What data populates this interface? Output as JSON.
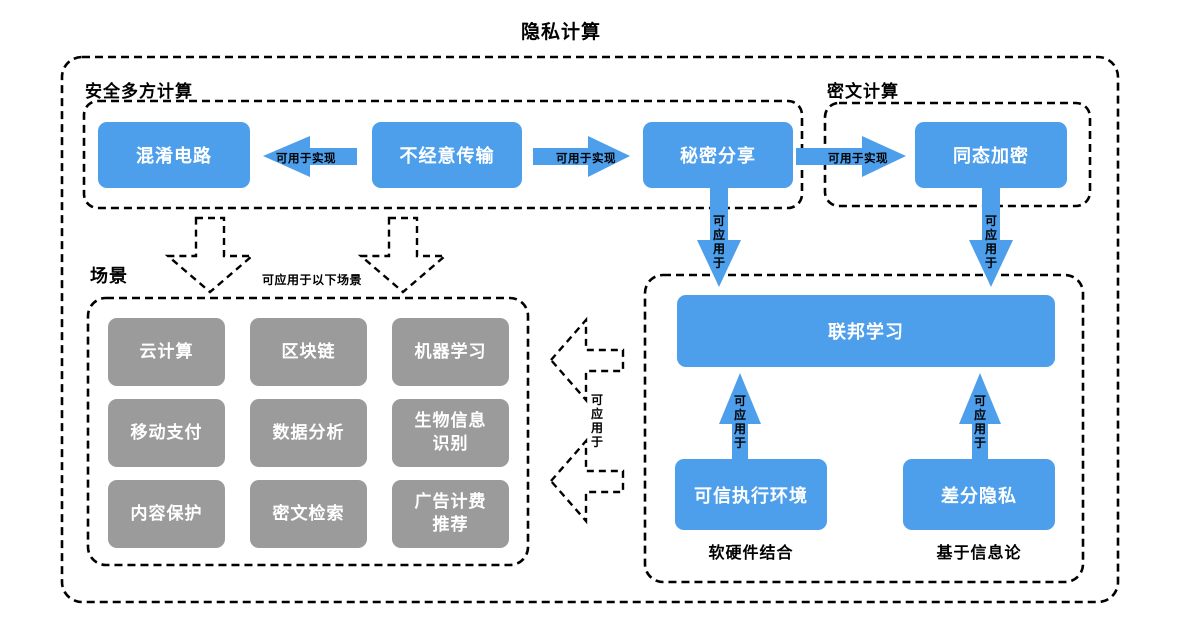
{
  "title": "隐私计算",
  "sections": {
    "smpc_label": "安全多方计算",
    "ciphertext_label": "密文计算",
    "scenarios_label": "场景",
    "scenarios_hint": "可应用于以下场景",
    "tee_caption": "软硬件结合",
    "dp_caption": "基于信息论"
  },
  "nodes": {
    "garbled_circuit": "混淆电路",
    "oblivious_transfer": "不经意传输",
    "secret_sharing": "秘密分享",
    "homomorphic_encryption": "同态加密",
    "federated_learning": "联邦学习",
    "tee": "可信执行环境",
    "differential_privacy": "差分隐私"
  },
  "scenario_items": [
    "云计算",
    "区块链",
    "机器学习",
    "移动支付",
    "数据分析",
    "生物信息识别",
    "内容保护",
    "密文检索",
    "广告计费推荐"
  ],
  "arrow_labels": {
    "realize": "可用于实现",
    "apply": "可应用于"
  },
  "colors": {
    "node_blue": "#4D9FEC",
    "node_gray": "#9B9B9B",
    "line_black": "#000000"
  }
}
